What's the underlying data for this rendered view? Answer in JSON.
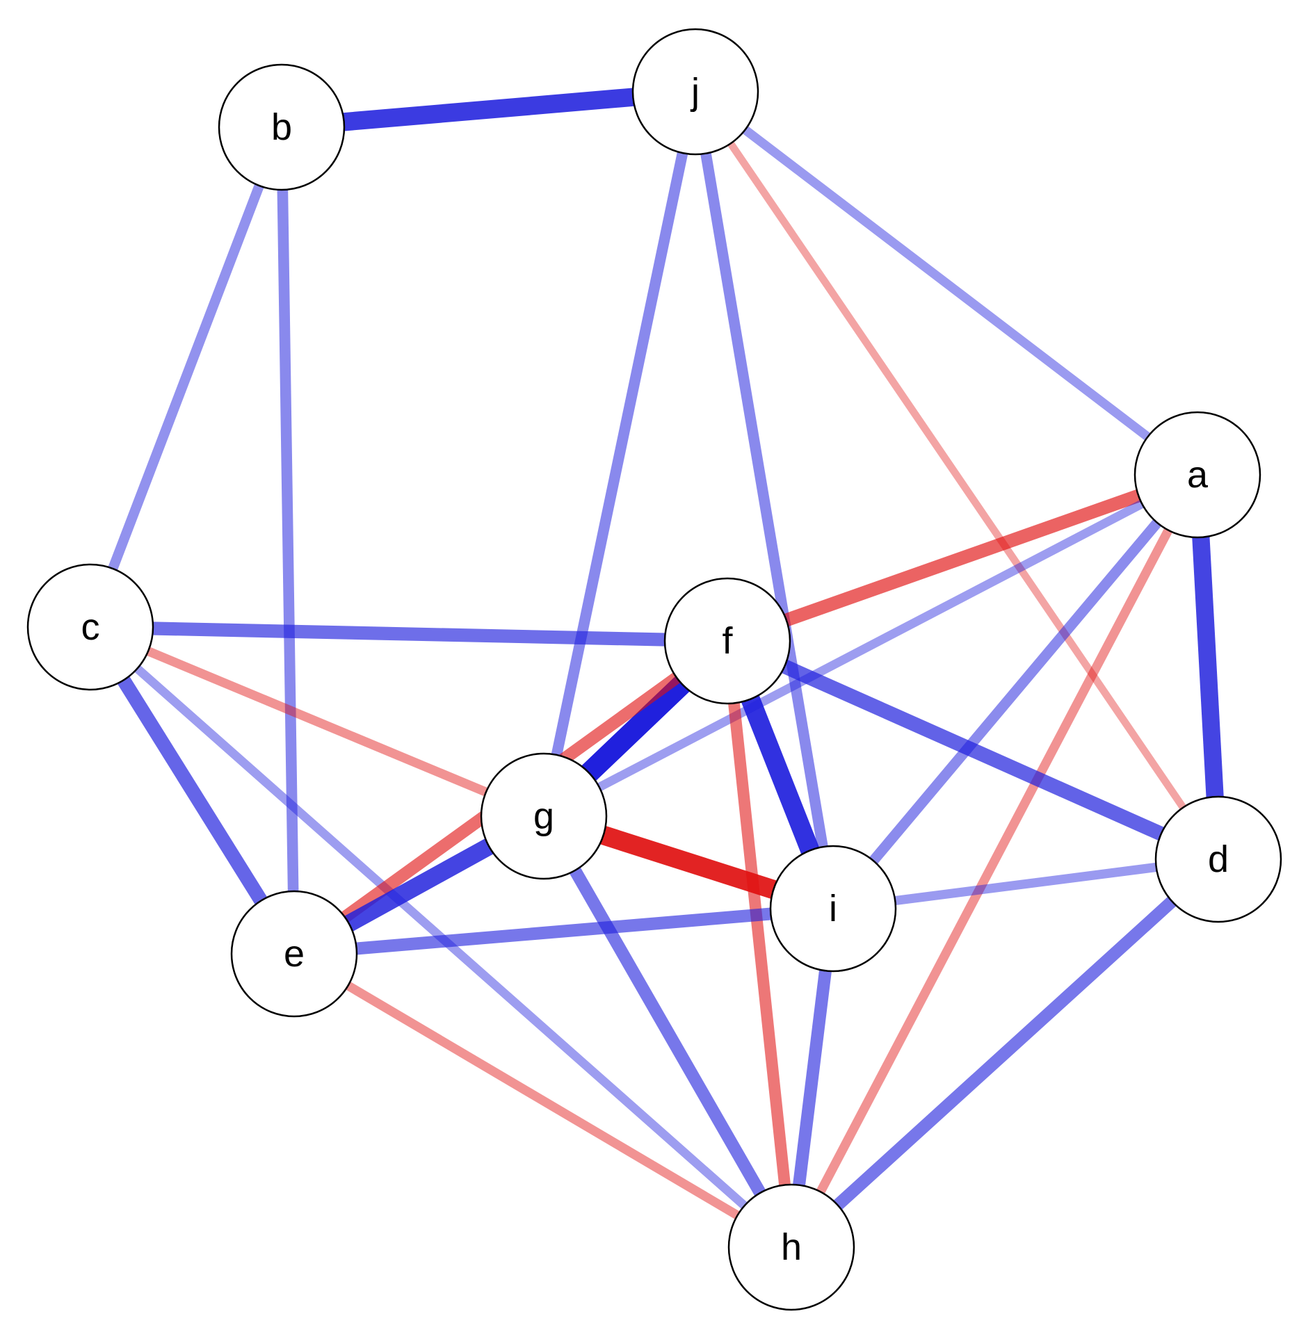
{
  "diagram": {
    "type": "network-graph",
    "color_positive": "#2020dd",
    "color_negative": "#e01010",
    "nodes": [
      {
        "id": "a",
        "label": "a"
      },
      {
        "id": "b",
        "label": "b"
      },
      {
        "id": "c",
        "label": "c"
      },
      {
        "id": "d",
        "label": "d"
      },
      {
        "id": "e",
        "label": "e"
      },
      {
        "id": "f",
        "label": "f"
      },
      {
        "id": "g",
        "label": "g"
      },
      {
        "id": "h",
        "label": "h"
      },
      {
        "id": "i",
        "label": "i"
      },
      {
        "id": "j",
        "label": "j"
      }
    ],
    "edges": [
      {
        "source": "b",
        "target": "j",
        "sign": "positive",
        "strength": 0.85
      },
      {
        "source": "b",
        "target": "c",
        "sign": "positive",
        "strength": 0.35
      },
      {
        "source": "b",
        "target": "e",
        "sign": "positive",
        "strength": 0.4
      },
      {
        "source": "j",
        "target": "g",
        "sign": "positive",
        "strength": 0.4
      },
      {
        "source": "j",
        "target": "i",
        "sign": "positive",
        "strength": 0.4
      },
      {
        "source": "j",
        "target": "d",
        "sign": "negative",
        "strength": 0.2
      },
      {
        "source": "j",
        "target": "a",
        "sign": "positive",
        "strength": 0.3
      },
      {
        "source": "a",
        "target": "f",
        "sign": "negative",
        "strength": 0.55
      },
      {
        "source": "a",
        "target": "g",
        "sign": "positive",
        "strength": 0.28
      },
      {
        "source": "a",
        "target": "i",
        "sign": "positive",
        "strength": 0.38
      },
      {
        "source": "a",
        "target": "h",
        "sign": "negative",
        "strength": 0.3
      },
      {
        "source": "a",
        "target": "d",
        "sign": "positive",
        "strength": 0.8
      },
      {
        "source": "c",
        "target": "f",
        "sign": "positive",
        "strength": 0.55
      },
      {
        "source": "c",
        "target": "g",
        "sign": "negative",
        "strength": 0.3
      },
      {
        "source": "c",
        "target": "e",
        "sign": "positive",
        "strength": 0.6
      },
      {
        "source": "c",
        "target": "h",
        "sign": "positive",
        "strength": 0.28
      },
      {
        "source": "f",
        "target": "g",
        "sign": "positive",
        "strength": 1.0
      },
      {
        "source": "f",
        "target": "e",
        "sign": "negative",
        "strength": 0.5
      },
      {
        "source": "f",
        "target": "i",
        "sign": "positive",
        "strength": 0.9
      },
      {
        "source": "f",
        "target": "d",
        "sign": "positive",
        "strength": 0.62
      },
      {
        "source": "f",
        "target": "h",
        "sign": "negative",
        "strength": 0.45
      },
      {
        "source": "g",
        "target": "e",
        "sign": "positive",
        "strength": 0.8
      },
      {
        "source": "g",
        "target": "i",
        "sign": "negative",
        "strength": 0.9
      },
      {
        "source": "g",
        "target": "h",
        "sign": "positive",
        "strength": 0.5
      },
      {
        "source": "e",
        "target": "i",
        "sign": "positive",
        "strength": 0.5
      },
      {
        "source": "e",
        "target": "h",
        "sign": "negative",
        "strength": 0.3
      },
      {
        "source": "i",
        "target": "d",
        "sign": "positive",
        "strength": 0.3
      },
      {
        "source": "i",
        "target": "h",
        "sign": "positive",
        "strength": 0.5
      },
      {
        "source": "d",
        "target": "h",
        "sign": "positive",
        "strength": 0.5
      }
    ]
  }
}
